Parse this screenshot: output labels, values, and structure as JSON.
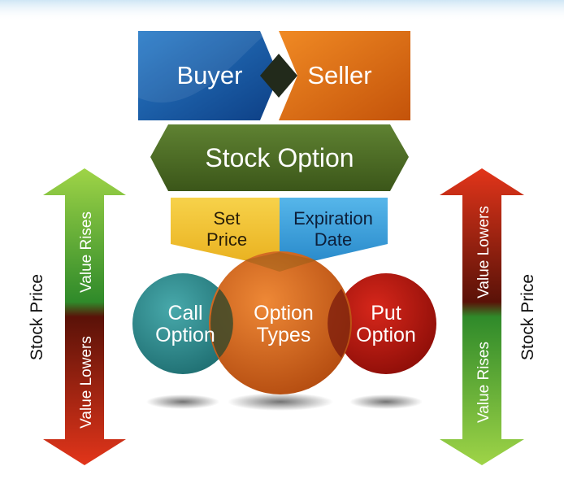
{
  "diagram": {
    "top": {
      "buyer": "Buyer",
      "seller": "Seller"
    },
    "stock_option": "Stock Option",
    "set_price": {
      "line1": "Set",
      "line2": "Price"
    },
    "expiration_date": {
      "line1": "Expiration",
      "line2": "Date"
    },
    "call_option": {
      "line1": "Call",
      "line2": "Option"
    },
    "option_types": {
      "line1": "Option",
      "line2": "Types"
    },
    "put_option": {
      "line1": "Put",
      "line2": "Option"
    },
    "left_axis": {
      "title": "Stock Price",
      "up": "Value Rises",
      "down": "Value Lowers"
    },
    "right_axis": {
      "title": "Stock Price",
      "up": "Value Lowers",
      "down": "Value Rises"
    }
  },
  "colors": {
    "buyer": "#1a5fa8",
    "seller": "#e06e10",
    "stock_option": "#4f6e26",
    "set_price": "#f3c333",
    "expiration_date": "#3a9ed8",
    "call_option": "#2e8f92",
    "option_types": "#d9631b",
    "put_option": "#b5180f",
    "green_arrow": "#6db52b",
    "red_arrow": "#c72a14"
  }
}
